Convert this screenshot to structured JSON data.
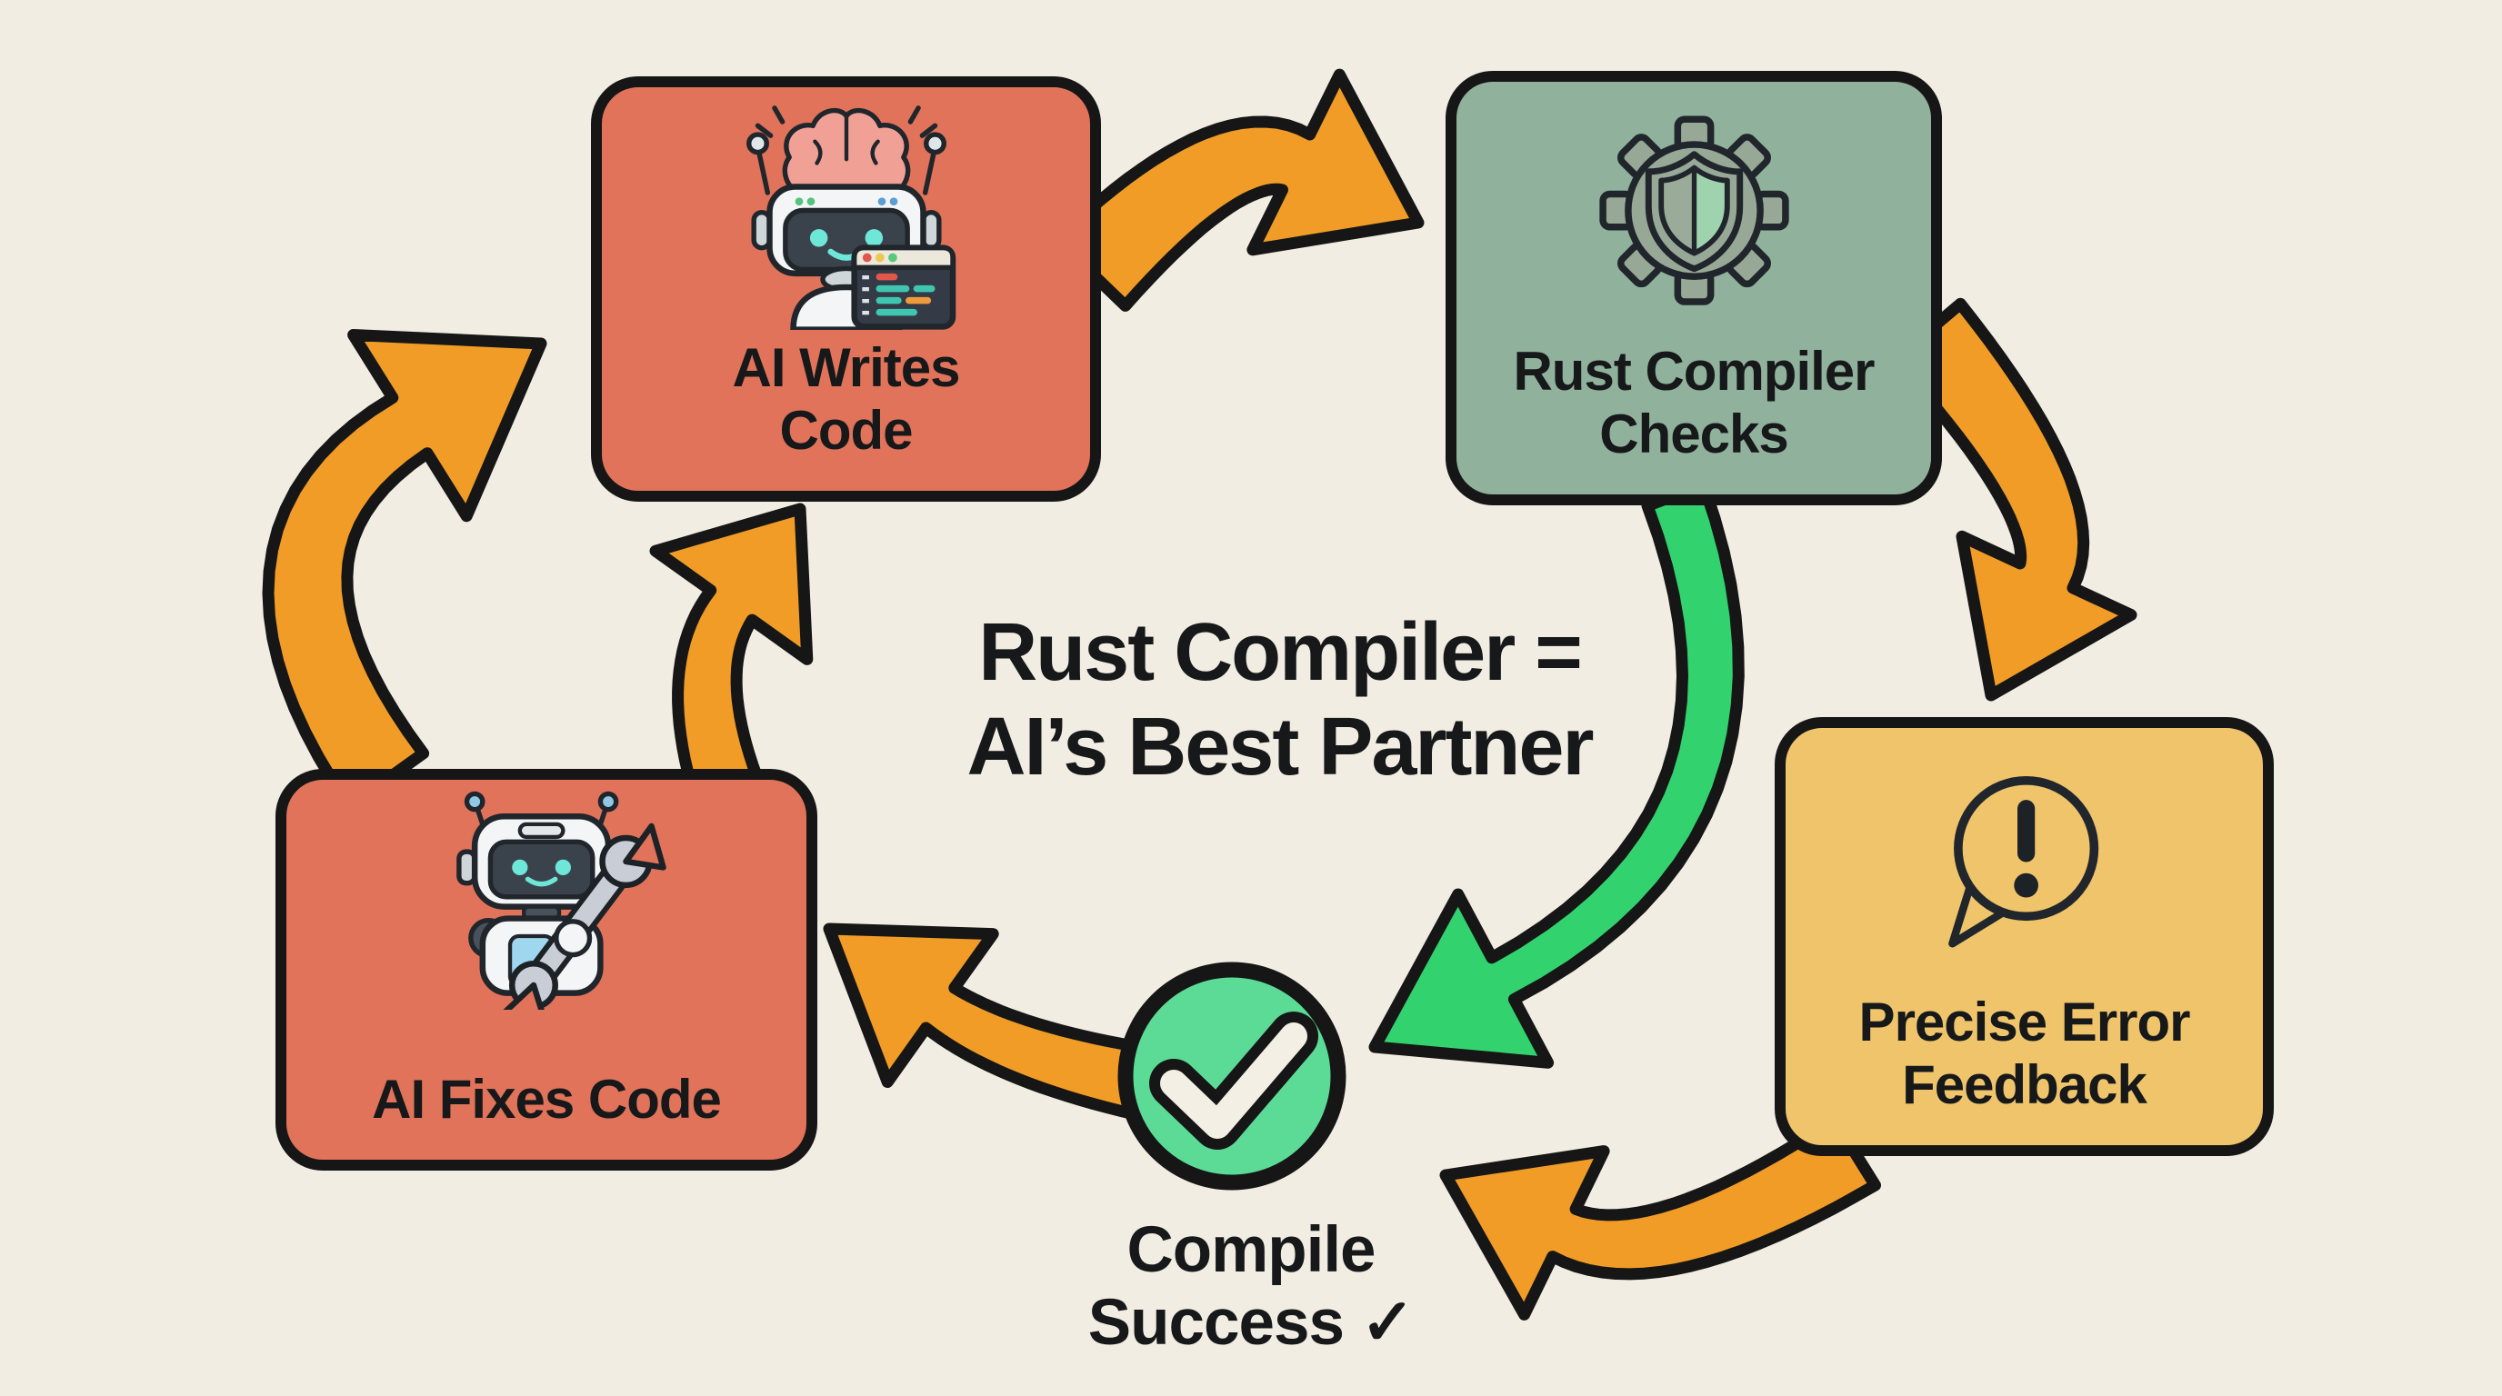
{
  "title": {
    "line1": "Rust Compiler =",
    "line2": "AI’s Best Partner"
  },
  "nodes": {
    "writes": {
      "line1": "AI Writes",
      "line2": "Code"
    },
    "checks": {
      "line1": "Rust Compiler",
      "line2": "Checks"
    },
    "feedback": {
      "line1": "Precise Error",
      "line2": "Feedback"
    },
    "fixes": {
      "line1": "AI Fixes Code"
    }
  },
  "success": {
    "line1": "Compile",
    "line2": "Success ✓"
  },
  "arrows": [
    {
      "name": "arrow-writes-to-checks",
      "from": "ai-writes-code",
      "to": "rust-compiler-checks",
      "color": "orange"
    },
    {
      "name": "arrow-checks-to-feedback",
      "from": "rust-compiler-checks",
      "to": "precise-error-feedback",
      "color": "orange"
    },
    {
      "name": "arrow-checks-to-success",
      "from": "rust-compiler-checks",
      "to": "compile-success",
      "color": "green"
    },
    {
      "name": "arrow-feedback-to-success",
      "from": "precise-error-feedback",
      "to": "compile-success",
      "color": "orange"
    },
    {
      "name": "arrow-success-to-fixes",
      "from": "compile-success",
      "to": "ai-fixes-code",
      "color": "orange"
    },
    {
      "name": "arrow-fixes-to-writes-outer",
      "from": "ai-fixes-code",
      "to": "ai-writes-code",
      "color": "orange"
    },
    {
      "name": "arrow-fixes-to-writes-inner",
      "from": "ai-fixes-code",
      "to": "ai-writes-code",
      "color": "orange"
    }
  ],
  "colors": {
    "background": "#f2ede2",
    "outline": "#161616",
    "text": "#16181a",
    "salmon": "#e0735a",
    "sage": "#90b19c",
    "amber": "#efc46b",
    "arrow_orange": "#f09c26",
    "arrow_green": "#32d36e",
    "success_green": "#5cdb97",
    "check_white": "#f4efe4"
  }
}
